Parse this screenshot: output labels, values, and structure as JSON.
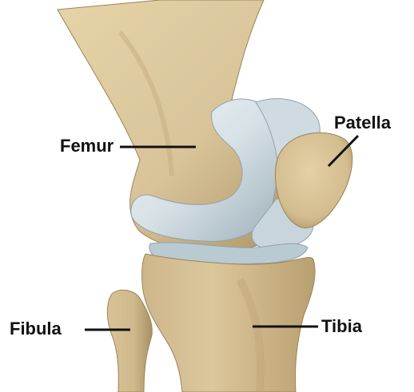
{
  "labels": {
    "femur": "Femur",
    "patella": "Patella",
    "fibula": "Fibula",
    "tibia": "Tibia"
  },
  "colors": {
    "background": "#ffffff",
    "bone": "#d9c49a",
    "bone_shadow": "#b39c6d",
    "cartilage": "#d6e1e6",
    "cartilage_shadow": "#a7b7c0",
    "label_text": "#111111",
    "leader_line": "#111111"
  }
}
